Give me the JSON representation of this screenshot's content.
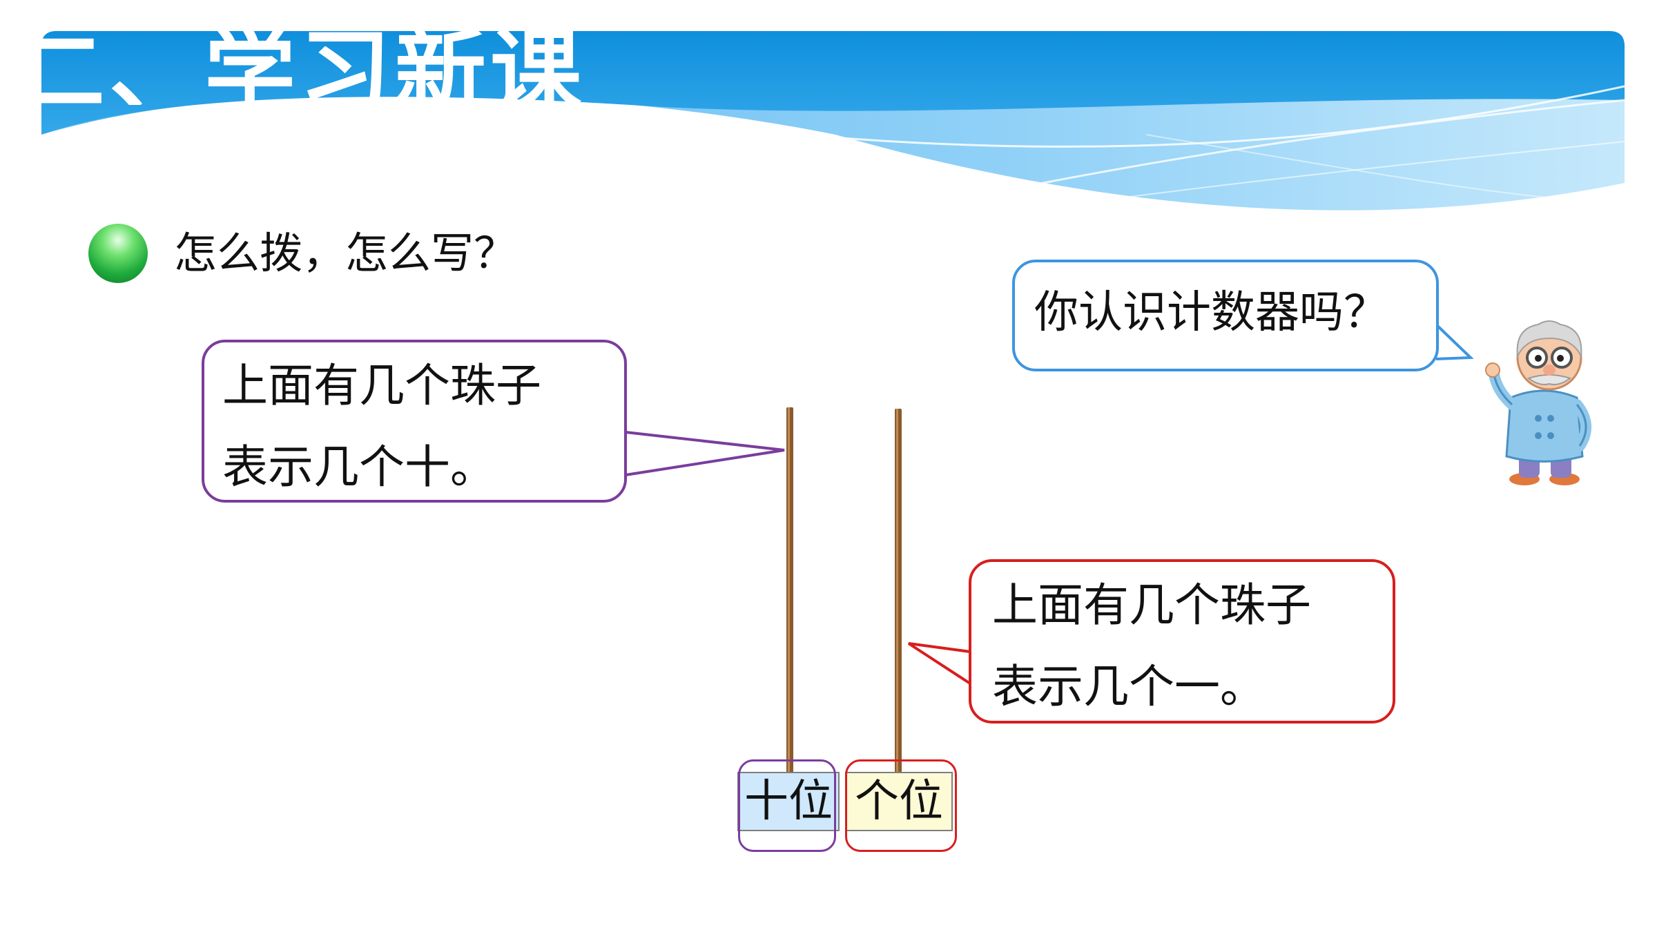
{
  "header": {
    "section_title": "二、学习新课",
    "banner_color": "#1a9ae2"
  },
  "prompt": {
    "question": "怎么拨，怎么写？",
    "bullet_color": "#2bb24c"
  },
  "bubbles": {
    "tens": {
      "line1": "上面有几个珠子",
      "line2": "表示几个十。",
      "border_color": "#7a3d9c"
    },
    "ones": {
      "line1": "上面有几个珠子",
      "line2": "表示几个一。",
      "border_color": "#d81e1e"
    },
    "teacher": {
      "text": "你认识计数器吗？",
      "border_color": "#3d95e0"
    }
  },
  "abacus": {
    "tens_label": "十位",
    "ones_label": "个位",
    "rod_color": "#8b5a2b",
    "tens_beads": 0,
    "ones_beads": 0
  },
  "icons": {
    "teacher": "old-teacher-icon",
    "bullet": "green-bullet-icon"
  }
}
